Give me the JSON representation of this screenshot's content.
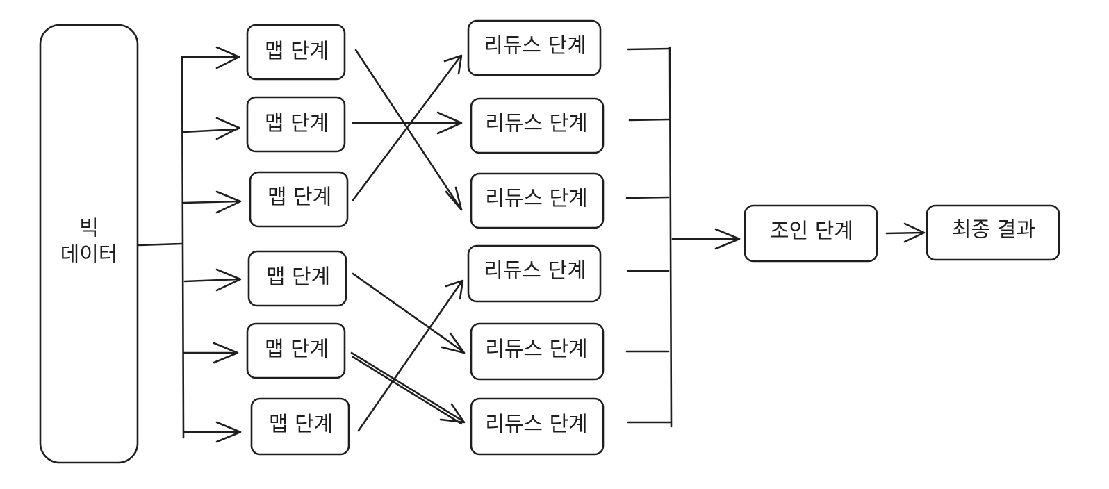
{
  "source": {
    "line1": "빅",
    "line2": "데이터"
  },
  "map_stages": [
    {
      "label": "맵 단계"
    },
    {
      "label": "맵 단계"
    },
    {
      "label": "맵 단계"
    },
    {
      "label": "맵 단계"
    },
    {
      "label": "맵 단계"
    },
    {
      "label": "맵 단계"
    }
  ],
  "reduce_stages": [
    {
      "label": "리듀스 단계"
    },
    {
      "label": "리듀스 단계"
    },
    {
      "label": "리듀스 단계"
    },
    {
      "label": "리듀스 단계"
    },
    {
      "label": "리듀스 단계"
    },
    {
      "label": "리듀스 단계"
    }
  ],
  "join_stage": {
    "label": "조인 단계"
  },
  "final_result": {
    "label": "최종 결과"
  },
  "colors": {
    "stroke": "#1e1e1e",
    "background": "#ffffff"
  }
}
